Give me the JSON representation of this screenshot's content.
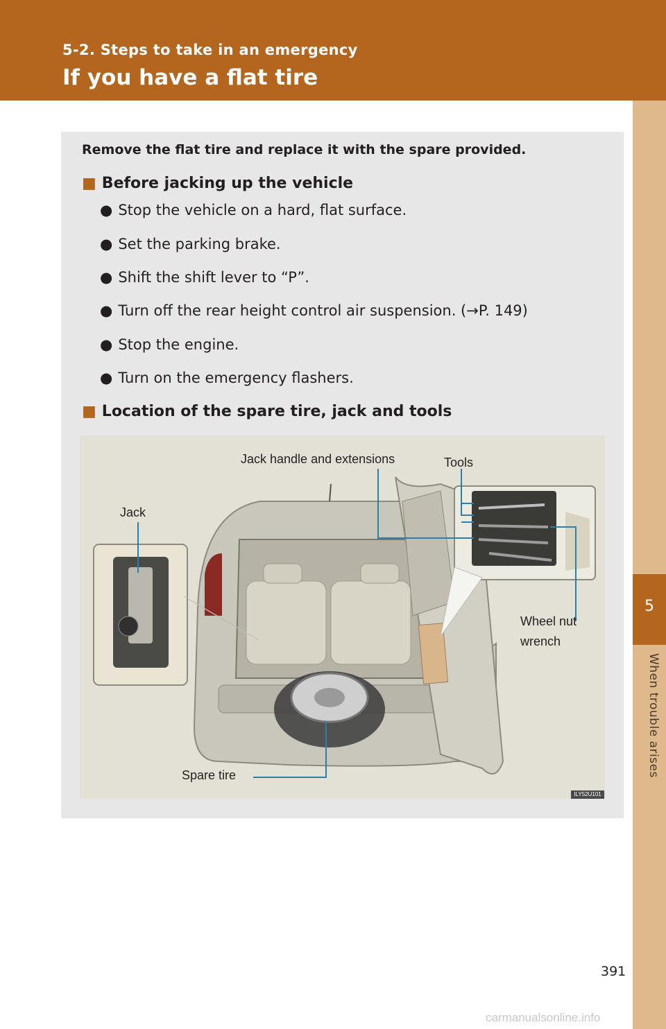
{
  "header": {
    "section": "5-2. Steps to take in an emergency",
    "title": "If you have a flat tire"
  },
  "side_tab": {
    "chapter_number": "5",
    "chapter_label": "When trouble arises"
  },
  "intro": "Remove the flat tire and replace it with the spare provided.",
  "sections": [
    {
      "marker": "■",
      "heading": "Before jacking up the vehicle",
      "bullets": [
        "Stop the vehicle on a hard, flat surface.",
        "Set the parking brake.",
        "Shift the shift lever to “P”.",
        "Turn off the rear height control air suspension. (→P. 149)",
        "Stop the engine.",
        "Turn on the emergency flashers."
      ]
    },
    {
      "marker": "■",
      "heading": "Location of the spare tire, jack and tools"
    }
  ],
  "bullet_marker": "●",
  "figure": {
    "labels": {
      "jack_handle": "Jack handle and extensions",
      "tools": "Tools",
      "jack": "Jack",
      "wheel_nut_wrench_line1": "Wheel nut",
      "wheel_nut_wrench_line2": "wrench",
      "spare_tire": "Spare tire"
    },
    "code": "ILY52U101"
  },
  "page_number": "391",
  "watermark": "carmanualsonline.info"
}
